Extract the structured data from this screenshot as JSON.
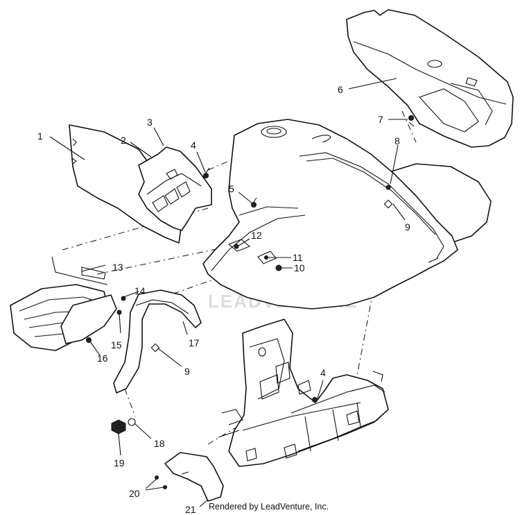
{
  "watermark": "LEADVENTURE",
  "credit": "Rendered by LeadVenture, Inc.",
  "callouts": {
    "c1": "1",
    "c2": "2",
    "c3": "3",
    "c4a": "4",
    "c4b": "4",
    "c5": "5",
    "c6": "6",
    "c7": "7",
    "c8": "8",
    "c9a": "9",
    "c9b": "9",
    "c10": "10",
    "c11": "11",
    "c12": "12",
    "c13": "13",
    "c14": "14",
    "c15": "15",
    "c16": "16",
    "c17": "17",
    "c18": "18",
    "c19": "19",
    "c20": "20",
    "c21": "21"
  }
}
